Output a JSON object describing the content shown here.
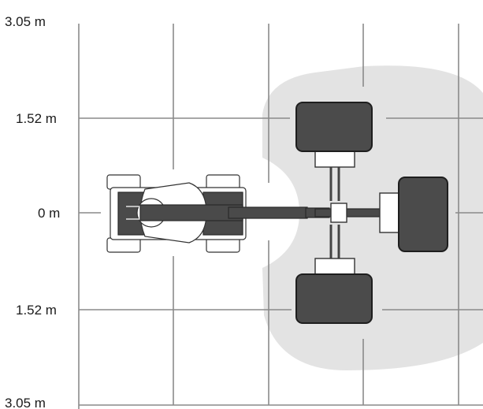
{
  "diagram": {
    "axis_labels": {
      "top": "3.05 m",
      "upper_mid": "1.52 m",
      "zero": "0 m",
      "lower_mid": "1.52 m",
      "bottom": "3.05 m"
    },
    "colors": {
      "envelope": "#e3e3e3",
      "grid": "#8a8a8a",
      "machine_dark": "#4a4a4a",
      "outline": "#222222"
    }
  }
}
